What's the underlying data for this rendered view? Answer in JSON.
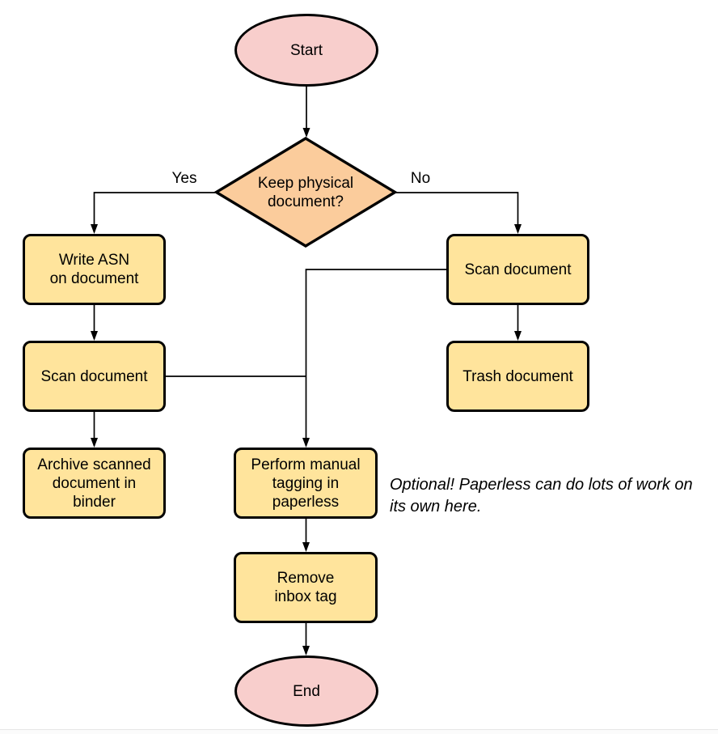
{
  "diagram": {
    "colors": {
      "background": "#FFFFFF",
      "stroke": "#000000",
      "terminal_fill": "#F8CECC",
      "decision_fill": "#FBCC9C",
      "process_fill": "#FFE49C",
      "footer_line": "#E7E7E7",
      "footer_fill": "#FBFBFB"
    },
    "nodes": {
      "start": {
        "label": "Start"
      },
      "decision": {
        "label": "Keep physical\ndocument?"
      },
      "write_asn": {
        "label": "Write ASN\non document"
      },
      "scan_left": {
        "label": "Scan document"
      },
      "archive": {
        "label": "Archive scanned\ndocument in\nbinder"
      },
      "scan_right": {
        "label": "Scan document"
      },
      "trash": {
        "label": "Trash document"
      },
      "tagging": {
        "label": "Perform manual\ntagging in\npaperless"
      },
      "remove_tag": {
        "label": "Remove\ninbox tag"
      },
      "end": {
        "label": "End"
      }
    },
    "edge_labels": {
      "yes": "Yes",
      "no": "No"
    },
    "note": {
      "text": "Optional! Paperless can do lots of work on\nits own here."
    }
  }
}
